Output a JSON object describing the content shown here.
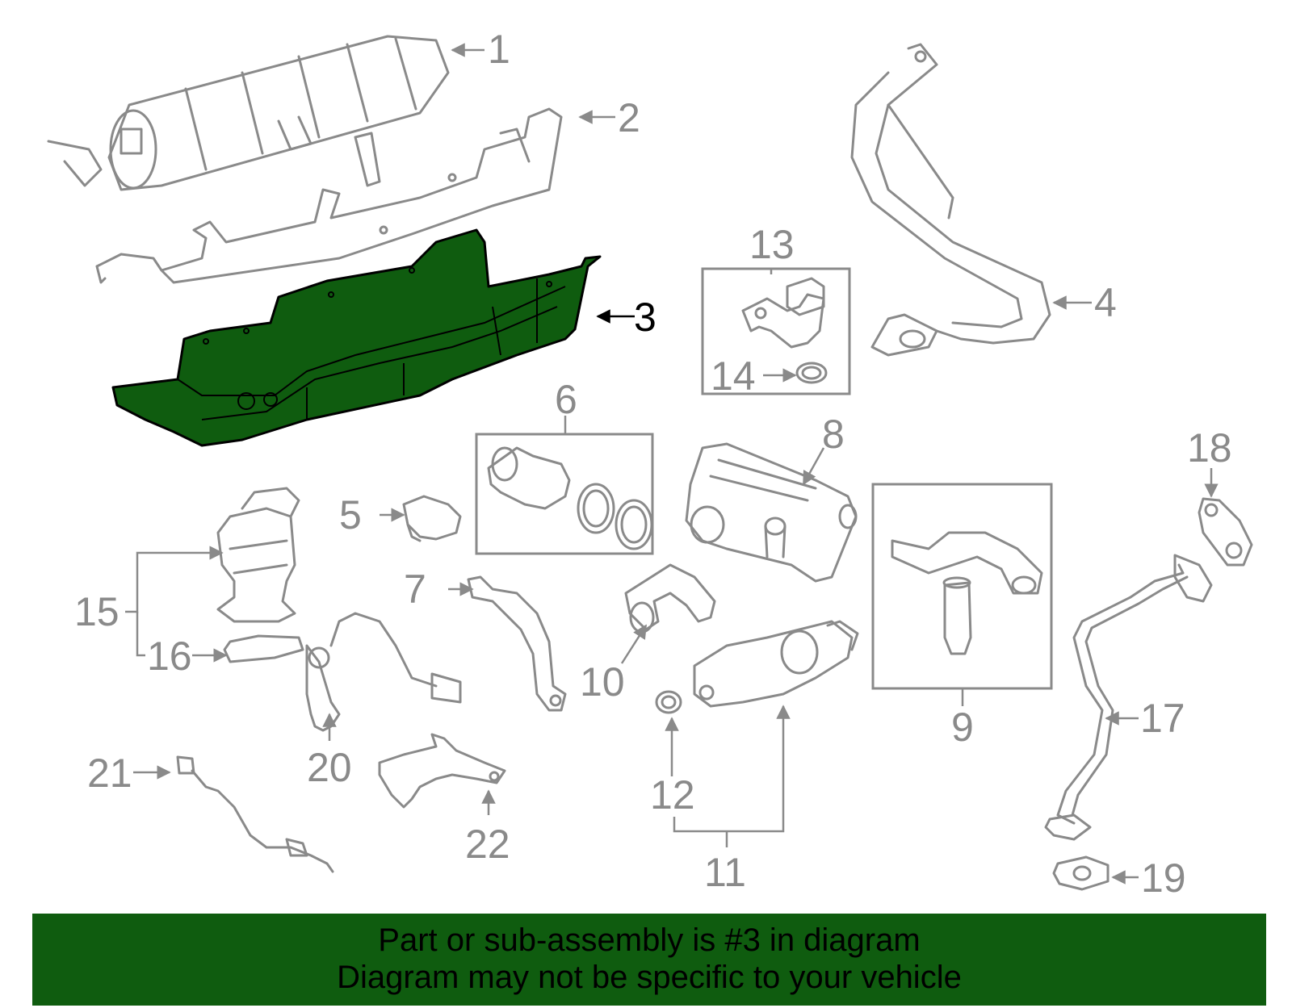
{
  "callouts": {
    "c1": "1",
    "c2": "2",
    "c3": "3",
    "c4": "4",
    "c5": "5",
    "c6": "6",
    "c7": "7",
    "c8": "8",
    "c9": "9",
    "c10": "10",
    "c11": "11",
    "c12": "12",
    "c13": "13",
    "c14": "14",
    "c15": "15",
    "c16": "16",
    "c17": "17",
    "c18": "18",
    "c19": "19",
    "c20": "20",
    "c21": "21",
    "c22": "22"
  },
  "highlight": {
    "part": "3",
    "color": "#0f5c0f"
  },
  "banner": {
    "line1": "Part or sub-assembly is #3 in diagram",
    "line2": "Diagram may not be specific to your vehicle"
  }
}
